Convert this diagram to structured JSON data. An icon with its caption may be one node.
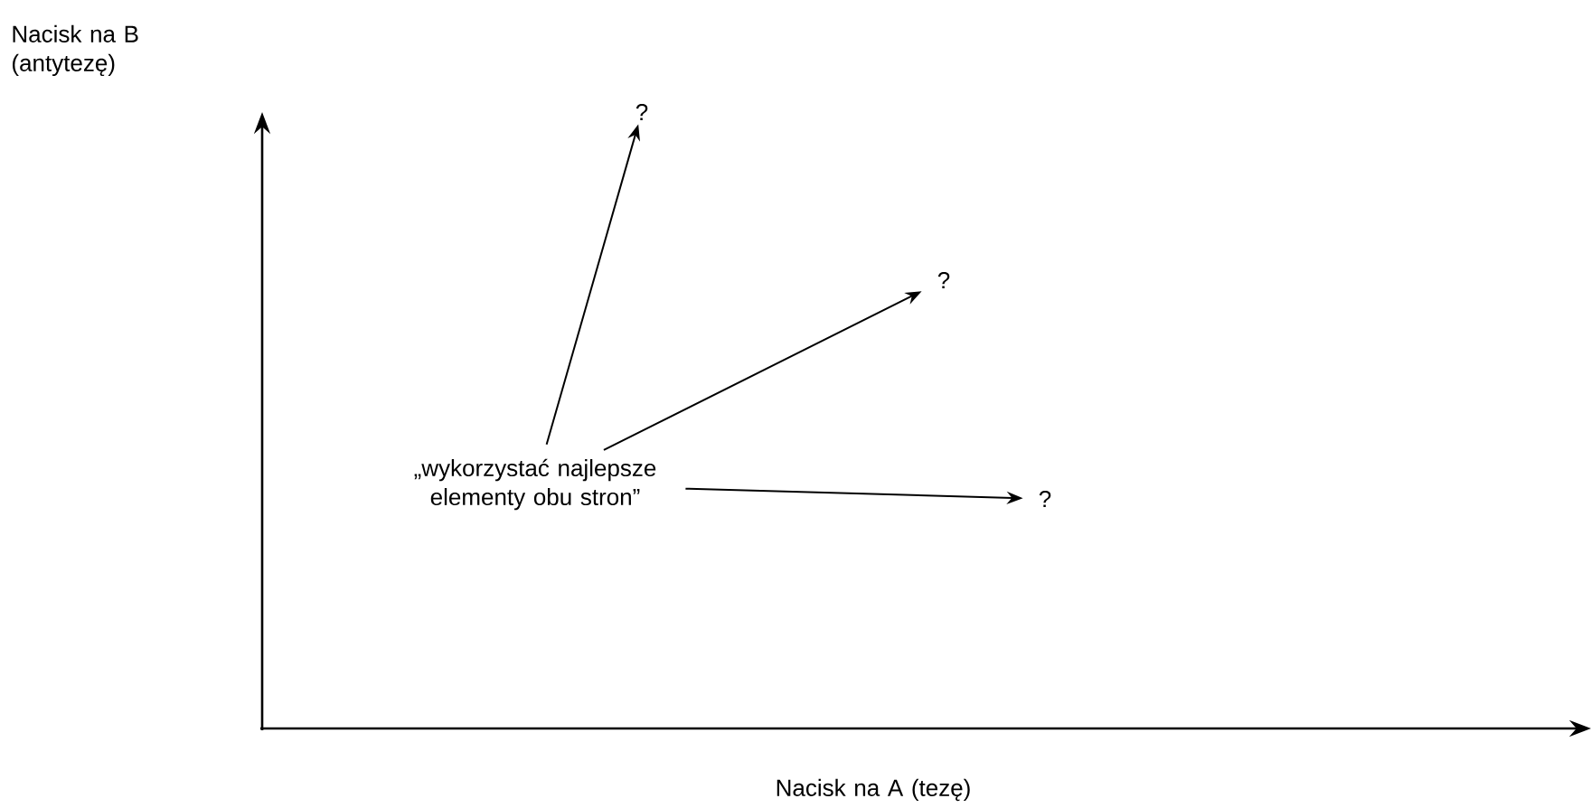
{
  "diagram": {
    "nodes": [
      {
        "text": [
          "„wykorzystać najlepsze elementy obu stron”"
        ]
      },
      {
        "text": [
          "?"
        ]
      },
      {
        "text": [
          "?"
        ]
      },
      {
        "text": [
          "?"
        ]
      }
    ],
    "edges": [
      {
        "from": 0,
        "to": 1,
        "arrow": "to"
      },
      {
        "from": 0,
        "to": 2,
        "arrow": "to"
      },
      {
        "from": 0,
        "to": 3,
        "arrow": "to"
      }
    ],
    "labels": [
      "Nacisk na B (antytezę)",
      "Nacisk na A (tezę)"
    ]
  }
}
